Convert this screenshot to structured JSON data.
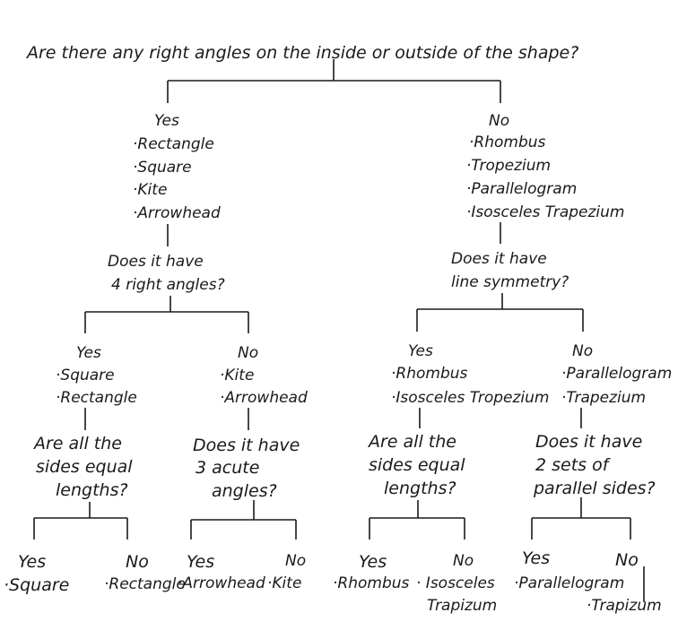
{
  "title": "Are there any right angles on the inside or outside of the shape?",
  "yes": {
    "label": "Yes",
    "shapes": [
      "·Rectangle",
      "·Square",
      "·Kite",
      "·Arrowhead"
    ],
    "question": [
      "Does it have",
      "4 right angles?"
    ],
    "yes": {
      "label": "Yes",
      "shapes": [
        "·Square",
        "·Rectangle"
      ],
      "question": [
        "Are all the",
        "sides equal",
        "lengths?"
      ],
      "yes": {
        "label": "Yes",
        "result": "·Square"
      },
      "no": {
        "label": "No",
        "result": "·Rectangle"
      }
    },
    "no": {
      "label": "No",
      "shapes": [
        "·Kite",
        "·Arrowhead"
      ],
      "question": [
        "Does it have",
        "3 acute",
        "angles?"
      ],
      "yes": {
        "label": "Yes",
        "result": "·Arrowhead"
      },
      "no": {
        "label": "No",
        "result": "·Kite"
      }
    }
  },
  "no": {
    "label": "No",
    "shapes": [
      "·Rhombus",
      "·Tropezium",
      "·Parallelogram",
      "·Isosceles Trapezium"
    ],
    "question": [
      "Does it have",
      "line symmetry?"
    ],
    "yes": {
      "label": "Yes",
      "shapes": [
        "·Rhombus",
        "·Isosceles Tropezium"
      ],
      "question": [
        "Are all the",
        "sides equal",
        "lengths?"
      ],
      "yes": {
        "label": "Yes",
        "result": "·Rhombus"
      },
      "no": {
        "label": "No",
        "result": [
          "· Isosceles",
          "Trapizum"
        ]
      }
    },
    "no": {
      "label": "No",
      "shapes": [
        "·Parallelogram",
        "·Trapezium"
      ],
      "question": [
        "Does it have",
        "2 sets of",
        "parallel sides?"
      ],
      "yes": {
        "label": "Yes",
        "result": "·Parallelogram"
      },
      "no": {
        "label": "No",
        "result": "·Trapizum"
      }
    }
  }
}
